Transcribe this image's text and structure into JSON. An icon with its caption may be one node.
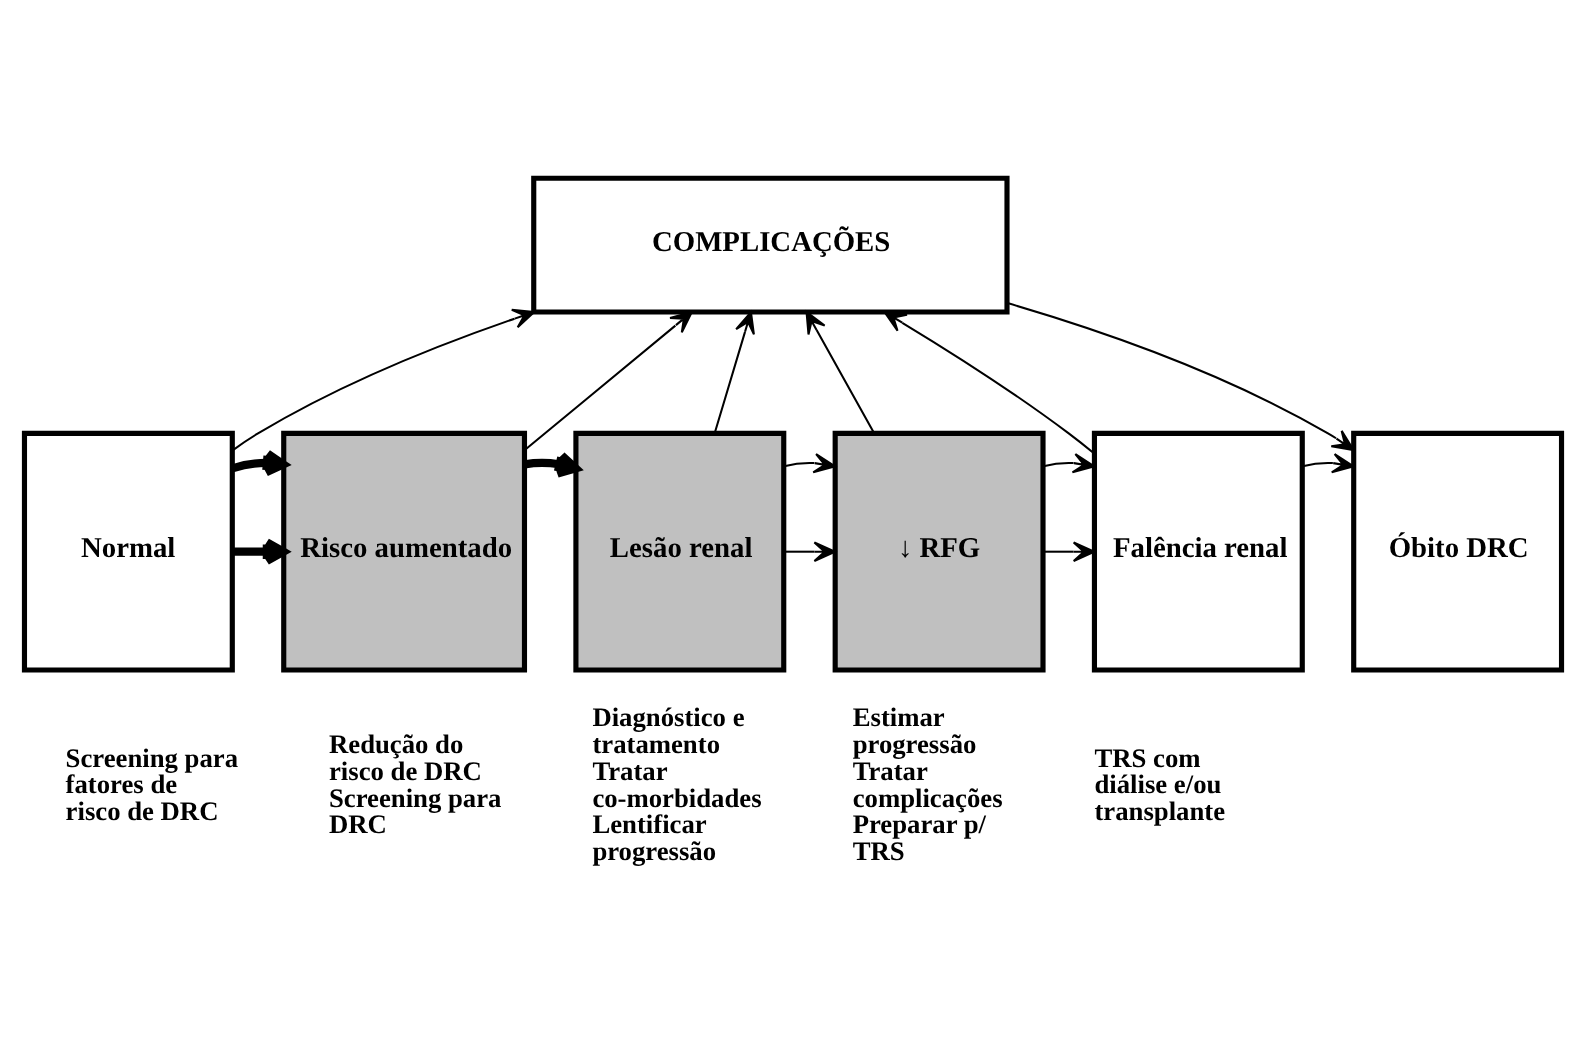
{
  "diagram": {
    "nodes": [
      {
        "text": [
          "COMPLICAÇÕES"
        ]
      },
      {
        "text": [
          "Normal"
        ],
        "beside": [
          "Screening para fatores de risco de DRC"
        ]
      },
      {
        "text": [
          "Risco aumentado"
        ],
        "beside": [
          "Redução do risco de DRC",
          "Screening para DRC"
        ]
      },
      {
        "text": [
          "Lesão renal"
        ],
        "beside": [
          "Diagnóstico e tratamento",
          "Tratar co-morbidades",
          "Lentificar progressão"
        ]
      },
      {
        "text": [
          "↓ RFG"
        ],
        "beside": [
          "Estimar progressão",
          "Tratar complicações",
          "Preparar p/ TRS"
        ]
      },
      {
        "text": [
          "Falência renal"
        ],
        "beside": [
          "TRS com diálise e/ou transplante"
        ]
      },
      {
        "text": [
          "Óbito DRC"
        ]
      }
    ],
    "edges": [
      {
        "from": 1,
        "to": 0,
        "arrow": "to"
      },
      {
        "from": 2,
        "to": 0,
        "arrow": "to"
      },
      {
        "from": 3,
        "to": 0,
        "arrow": "to"
      },
      {
        "from": 4,
        "to": 0,
        "arrow": "to"
      },
      {
        "from": 5,
        "to": 0,
        "arrow": "to"
      },
      {
        "from": 0,
        "to": 6,
        "arrow": "to"
      },
      {
        "from": 1,
        "to": 2,
        "arrow": "to",
        "style": "thick"
      },
      {
        "from": 1,
        "to": 2,
        "arrow": "to",
        "style": "thick"
      },
      {
        "from": 2,
        "to": 3,
        "arrow": "to",
        "style": "thick"
      },
      {
        "from": 3,
        "to": 4,
        "arrow": "to"
      },
      {
        "from": 3,
        "to": 4,
        "arrow": "to"
      },
      {
        "from": 4,
        "to": 5,
        "arrow": "to"
      },
      {
        "from": 4,
        "to": 5,
        "arrow": "to"
      },
      {
        "from": 5,
        "to": 6,
        "arrow": "to"
      }
    ]
  }
}
